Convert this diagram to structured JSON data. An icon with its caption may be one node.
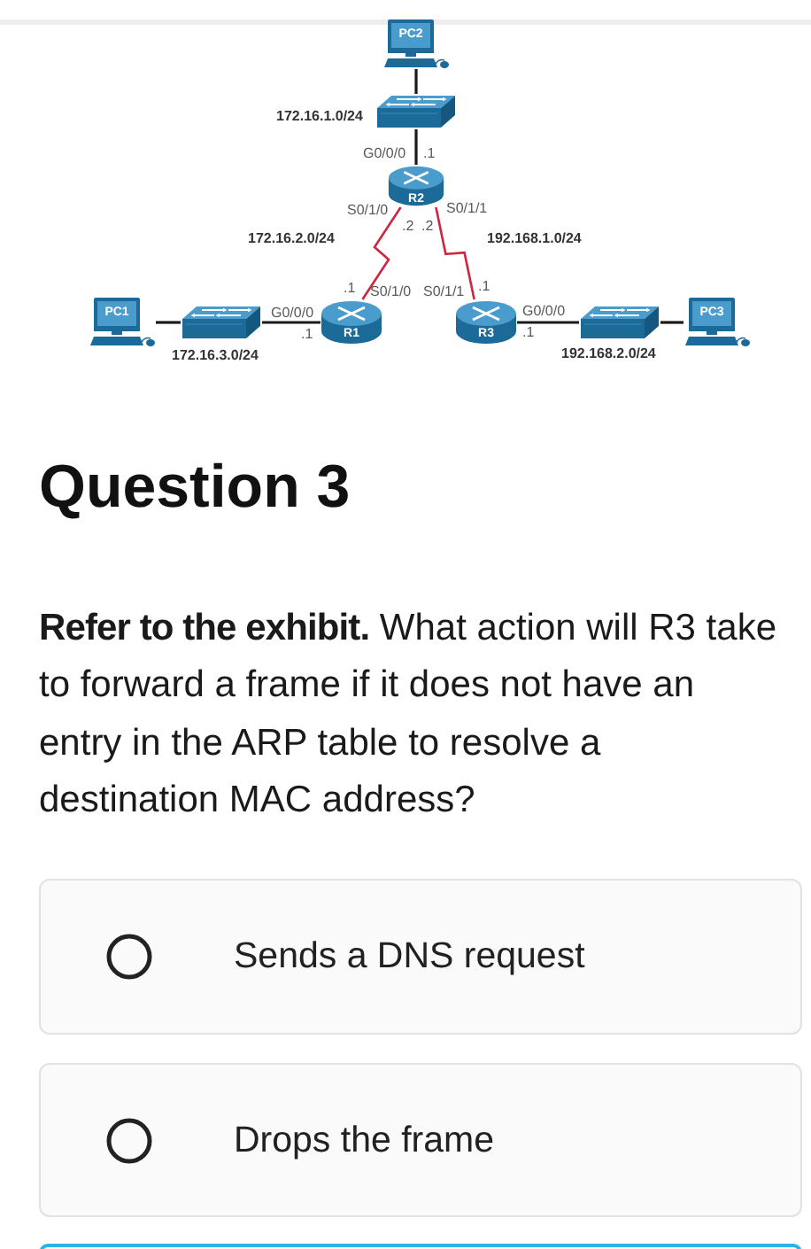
{
  "diagram": {
    "title": "Question 3",
    "nodes": [
      {
        "text": [
          "PC2"
        ]
      },
      {
        "text": [],
        "shape": "picture"
      },
      {
        "text": [
          "R2"
        ]
      },
      {
        "text": [
          "PC1"
        ]
      },
      {
        "text": [],
        "shape": "picture"
      },
      {
        "text": [
          "R1"
        ]
      },
      {
        "text": [
          "R3"
        ]
      },
      {
        "text": [],
        "shape": "picture"
      },
      {
        "text": [
          "PC3"
        ]
      },
      {
        "text": [
          "Sends a DNS request"
        ]
      },
      {
        "text": [
          "Drops the frame"
        ]
      },
      {
        "text": [],
        "shape": "box"
      }
    ],
    "edges": [
      {
        "from": 0,
        "to": 1,
        "arrow": "none"
      },
      {
        "from": 1,
        "to": 2,
        "arrow": "none"
      },
      {
        "from": 2,
        "to": 5,
        "arrow": "none",
        "color": "#d0243f"
      },
      {
        "from": 2,
        "to": 6,
        "arrow": "none",
        "color": "#d0243f"
      },
      {
        "from": 3,
        "to": 4,
        "arrow": "none"
      },
      {
        "from": 4,
        "to": 5,
        "arrow": "none"
      },
      {
        "from": 6,
        "to": 7,
        "arrow": "none"
      },
      {
        "from": 7,
        "to": 8,
        "arrow": "none"
      }
    ],
    "labels": [
      "172.16.1.0/24",
      "G0/0/0",
      ".1",
      "S0/1/0",
      "S0/1/1",
      ".2",
      ".2",
      "172.16.2.0/24",
      "192.168.1.0/24",
      ".1",
      "S0/1/0",
      "S0/1/1",
      ".1",
      "G0/0/0",
      "G0/0/0",
      ".1",
      ".1",
      "172.16.3.0/24",
      "192.168.2.0/24",
      "**Refer to the exhibit.** What action will R3 take to forward a frame if it does not have an entry in the ARP table to resolve a destination MAC address?"
    ]
  }
}
